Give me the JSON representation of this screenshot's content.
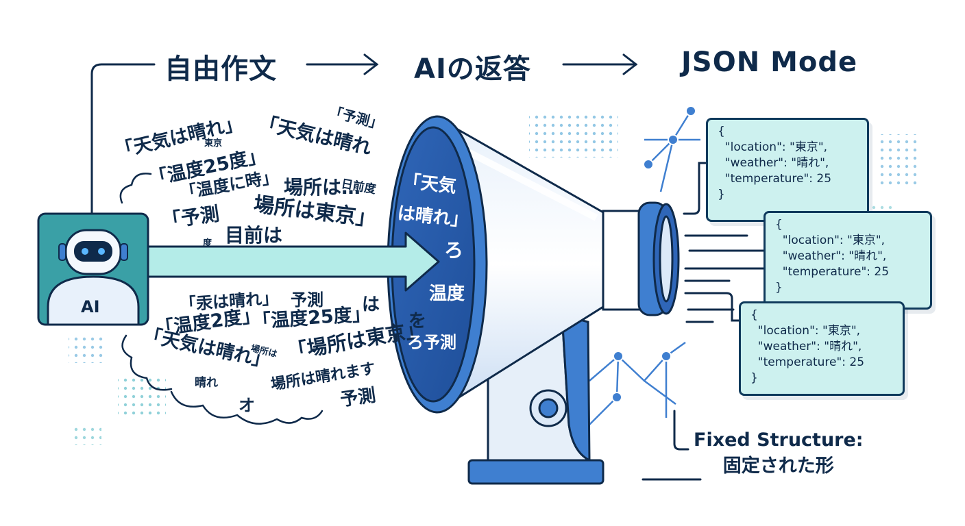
{
  "header": {
    "step1": "自由作文",
    "step2": "AIの返答",
    "step3": "JSON Mode"
  },
  "robot": {
    "label": "AI"
  },
  "scattered_text": [
    "「天気は晴れ」",
    "東京",
    "「温度25度」",
    "「温度に時」",
    "「予測",
    "度",
    "「天気は晴れ",
    "「予測」",
    "場所は…",
    "日前度",
    "場所は東京」",
    "目前は",
    "「汞は晴れ」",
    "予測",
    "「温度25度」",
    "は",
    "「温度2度」",
    "「天気は晴れ」",
    "場所は",
    "「場所は東京」",
    "を",
    "晴れ",
    "場所は晴れます",
    "予測",
    "オ"
  ],
  "funnel_text": [
    "「天気",
    "は晴れ」",
    "ろ",
    "温度",
    "ろ予測"
  ],
  "json_cards": [
    {
      "lines": [
        "{",
        "  \"location\": \"東京\",",
        "  \"weather\": \"晴れ\",",
        "  \"temperature\": 25",
        "}"
      ]
    },
    {
      "lines": [
        "{",
        "  \"location\": \"東京\",",
        "  \"weather\": \"晴れ\",",
        "  \"temperature\": 25",
        "}"
      ]
    },
    {
      "lines": [
        "{",
        "  \"location\": \"東京\",",
        "  \"weather\": \"晴れ\",",
        "  \"temperature\": 25",
        "}"
      ]
    }
  ],
  "fixed_structure": {
    "line1": "Fixed Structure:",
    "line2": "固定された形"
  },
  "colors": {
    "navy": "#0f2a4a",
    "blue": "#3f7fd0",
    "teal": "#3aa0a6",
    "mint": "#cdf1ef",
    "light_blue": "#dce9f8"
  }
}
